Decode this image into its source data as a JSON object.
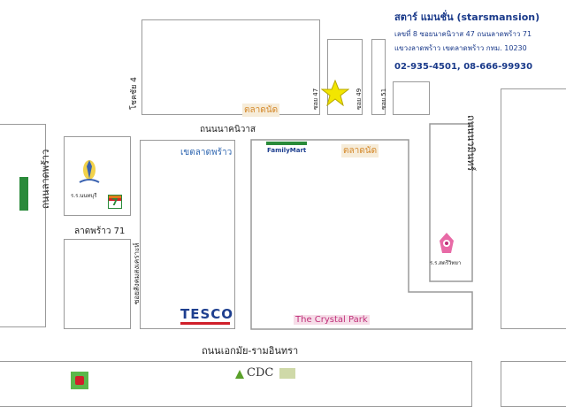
{
  "info": {
    "name": "สตาร์ แมนชั่น (starsmansion)",
    "address_line1": "เลขที่ 8 ซอยนาคนิวาส 47 ถนนลาดพร้าว 71",
    "address_line2": "แขวงลาดพร้าว เขตลาดพร้าว กทม. 10230",
    "phones": "02-935-4501, 08-666-99930"
  },
  "roads": {
    "lat_phrao": "ถนนลาดพร้าว",
    "nak_niwat": "ถนนนาคนิวาส",
    "ekkamai_ramintra": "ถนนเอกมัย-รามอินทรา",
    "nawamin": "ถนนนวมินทร์",
    "lat_phrao_71": "ลาดพร้าว 71",
    "chokchai_4": "โชคชัย 4",
    "lat_phrao_soi": "ลาดพร้าว",
    "soi_47": "ซอย 47",
    "soi_49": "ซอย 49",
    "soi_51": "ซอย 51",
    "soi_sangkhom": "ซอยสังคมสงเคราะห์"
  },
  "places": {
    "market_1": "ตลาดนัด",
    "market_2": "ตลาดนัด",
    "district": "เขตลาดพร้าว",
    "familymart": "FamilyMart",
    "tesco": "TESCO",
    "crystal_park": "The Crystal Park",
    "school_1": "ร.ร.นนทบุรี",
    "school_2": "ร.ร.สตรีวิทยา",
    "cdc": "CDC",
    "seven_eleven": "7"
  },
  "colors": {
    "road_line": "#9a9a9a",
    "star": "#f2e600",
    "info_text": "#1a3a8a",
    "tesco_red": "#d0202a",
    "tesco_blue": "#1e3f8f",
    "familymart_green": "#2a8a3a"
  }
}
